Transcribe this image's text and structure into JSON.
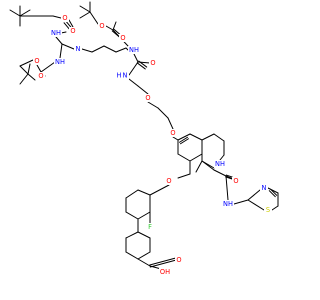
{
  "colors": {
    "bond": "#000000",
    "O": "#ff0000",
    "N": "#0000ff",
    "F": "#33cc33",
    "S": "#cccc00",
    "background": "#ffffff"
  },
  "atom_labels": {
    "o_boc1a": "O",
    "o_boc1b": "O",
    "nh_g1": "NH",
    "o_boc2a": "O",
    "o_boc2b": "O",
    "nh_boc2": "NH",
    "n_imine": "N",
    "nh_g2": "NH",
    "o_boc3a": "O",
    "o_boc3b": "O",
    "o_amide1": "O",
    "n_amide1": "N",
    "h_amide1": "H",
    "o_peg1": "O",
    "o_peg2": "O",
    "o_aryl": "O",
    "nh_ring": "NH",
    "o_amide2": "O",
    "nh_amide2": "NH",
    "n_thz": "N",
    "s_thz": "S",
    "f_aryl": "F",
    "o_acid": "O",
    "oh_acid": "OH"
  }
}
